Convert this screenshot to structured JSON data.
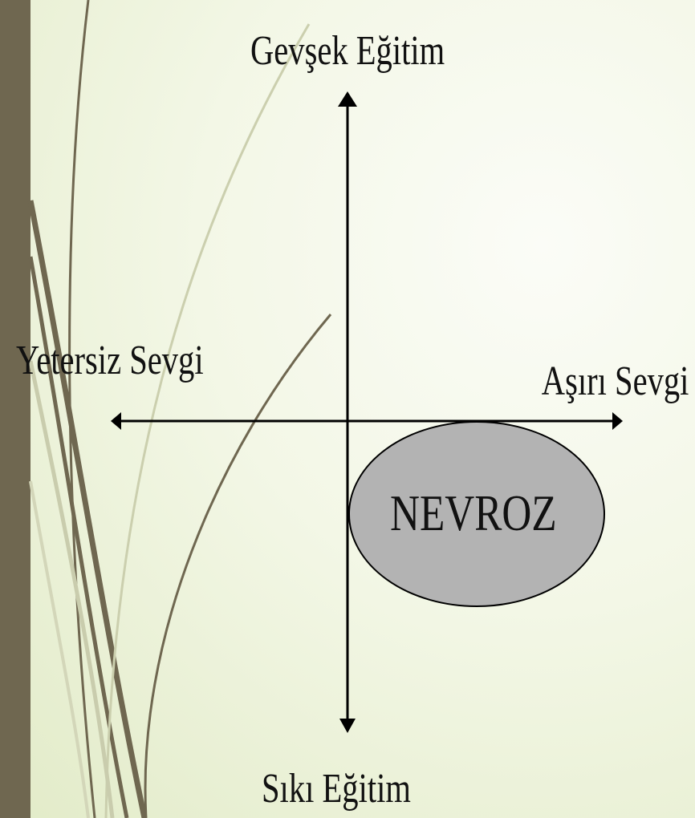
{
  "diagram": {
    "axis_labels": {
      "top": "Gevşek Eğitim",
      "bottom": "Sıkı Eğitim",
      "left": "Yetersiz Sevgi",
      "right": "Aşırı Sevgi"
    },
    "region_label": "NEVROZ"
  },
  "colors": {
    "background": "#f4f8ea",
    "side_bar": "#6f6750",
    "decoration_stroke": "#6f6750",
    "axis": "#000000",
    "region_fill": "#b3b3b3"
  }
}
